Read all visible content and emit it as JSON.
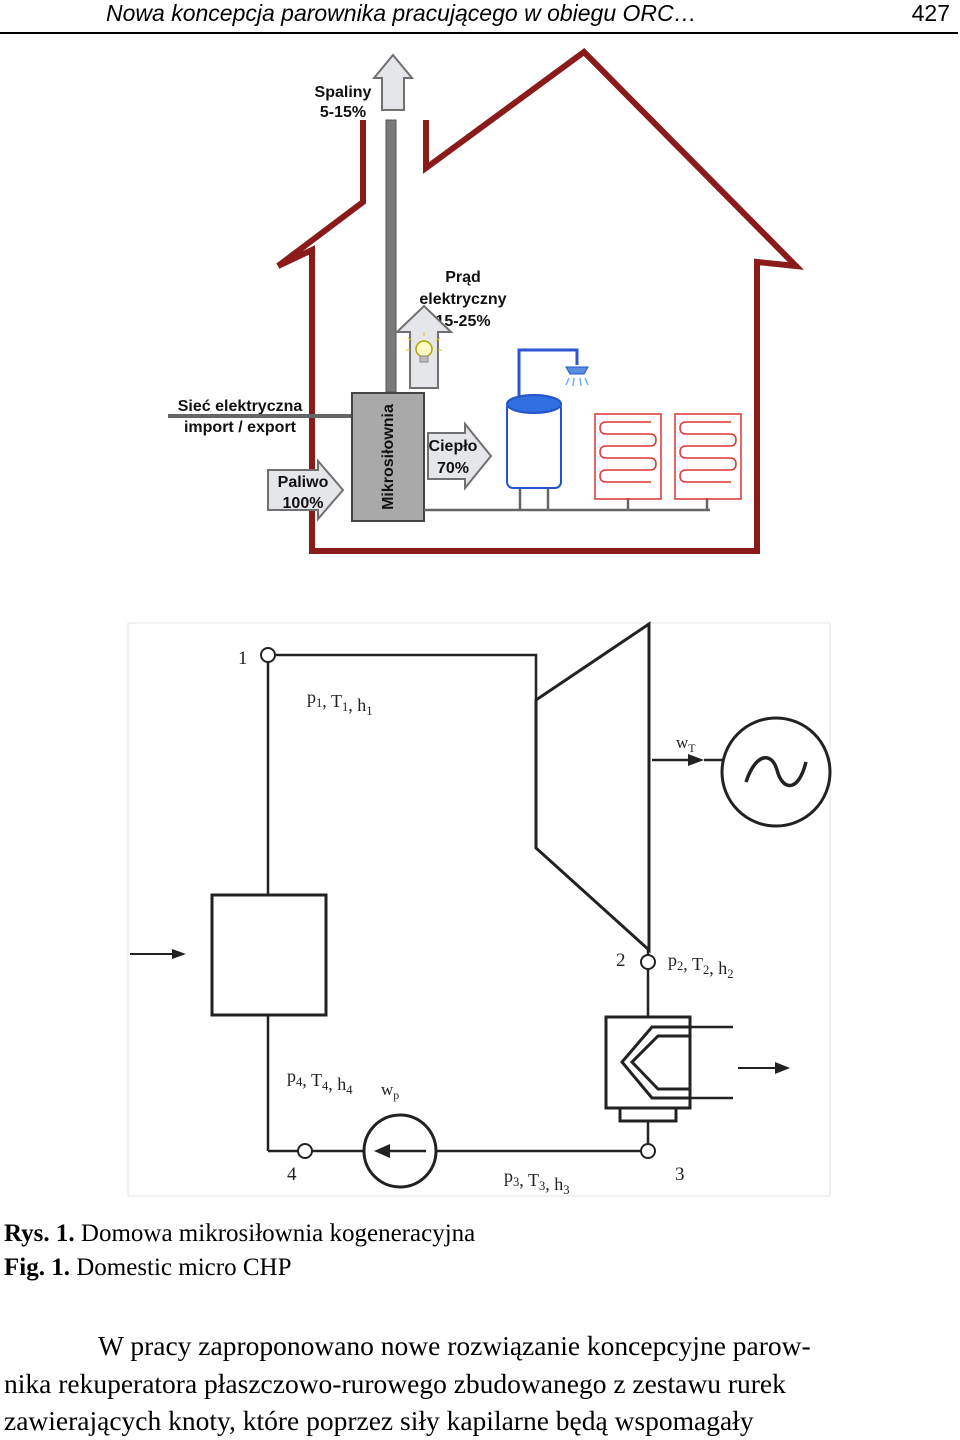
{
  "header": {
    "running_title": "Nowa koncepcja parownika pracującego w obiegu ORC…",
    "page_number": "427"
  },
  "figure_house": {
    "exhaust_label": "Spaliny",
    "exhaust_pct": "5-15%",
    "power_label_1": "Prąd",
    "power_label_2": "elektryczny",
    "power_pct": "15-25%",
    "grid_label_1": "Sieć elektryczna",
    "grid_label_2": "import / export",
    "fuel_label": "Paliwo",
    "fuel_pct": "100%",
    "unit_label": "Mikrosiłownia",
    "heat_label": "Ciepło",
    "heat_pct": "70%"
  },
  "figure_cycle": {
    "node1": "1",
    "node2": "2",
    "node3": "3",
    "node4": "4",
    "state1": "p1, T1, h1",
    "state2": "p2, T2, h2",
    "state3": "p3, T3, h3",
    "state4": "p4, T4, h4",
    "turbine_work": "wT",
    "pump_work": "wp"
  },
  "caption": {
    "pl_prefix": "Rys. 1.",
    "pl_text": "Domowa mikrosiłownia kogeneracyjna",
    "en_prefix": "Fig. 1.",
    "en_text": "Domestic micro CHP"
  },
  "body": {
    "line1": "W pracy zaproponowano nowe rozwiązanie koncepcyjne parow-",
    "line2": "nika rekuperatora płaszczowo-rurowego zbudowanego z zestawu rurek",
    "line3": "zawierających knoty, które poprzez siły kapilarne będą wspomagały"
  }
}
